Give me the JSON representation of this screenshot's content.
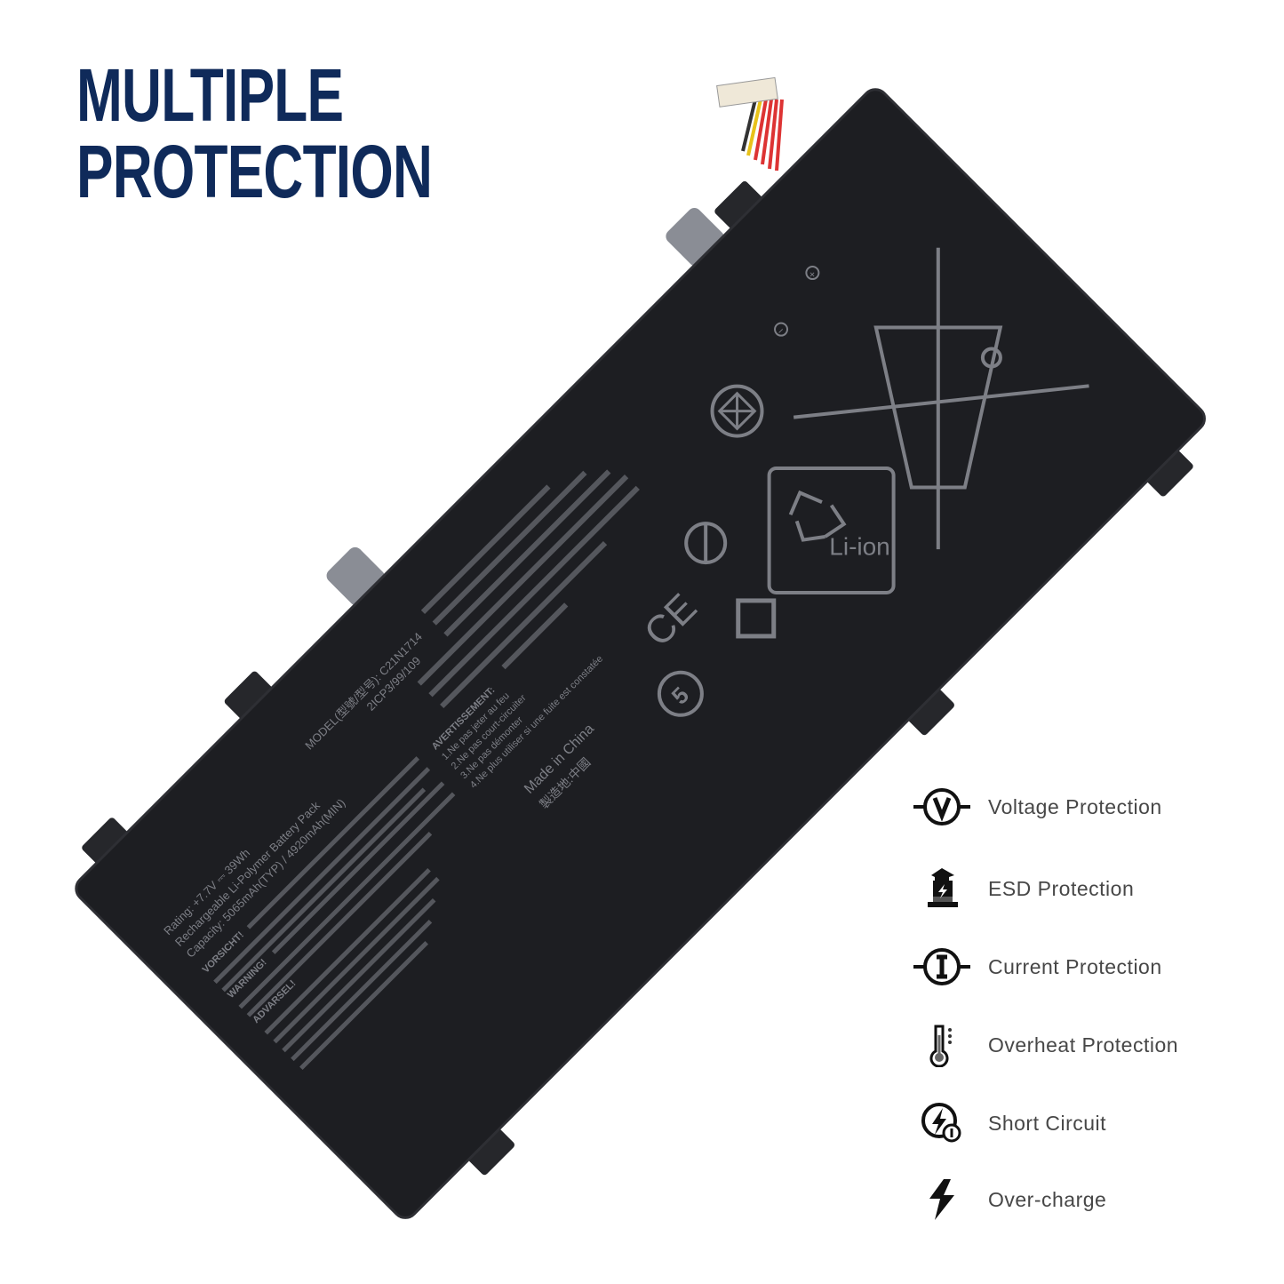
{
  "headline": {
    "line1": "MULTIPLE",
    "line2": "PROTECTION"
  },
  "battery_label": {
    "rating": "Rating: +7.7V ⎓ 39Wh",
    "type": "Rechargeable Li-Polymer Battery Pack",
    "capacity": "Capacity: 5065mAh(TYP) / 4920mAh(MIN)",
    "model": "MODEL(型號/型号): C21N1714",
    "cell": "2ICP3/99/109",
    "made_in": "Made in China",
    "made_in_cn": "製造地:中國",
    "warning_de": "VORSICHT!",
    "warning_en": "WARNING!",
    "warning_dk": "ADVARSEL!",
    "warning_fr": "AVERTISSEMENT:",
    "fr_lines": [
      "1.Ne pas jeter au feu",
      "2.Ne pas court-circuiter",
      "3.Ne pas démonter",
      "4.Ne plus utiliser si une fuite est constatée"
    ],
    "li_ion": "Li-ion",
    "ce_mark": "CE",
    "recycle_number": "5",
    "terminal_minus": "−",
    "terminal_plus": "+"
  },
  "features": [
    {
      "icon": "voltage-icon",
      "label": "Voltage Protection"
    },
    {
      "icon": "esd-icon",
      "label": "ESD Protection"
    },
    {
      "icon": "current-icon",
      "label": "Current Protection"
    },
    {
      "icon": "thermometer-icon",
      "label": "Overheat Protection"
    },
    {
      "icon": "short-circuit-icon",
      "label": "Short Circuit"
    },
    {
      "icon": "lightning-icon",
      "label": "Over-charge"
    }
  ],
  "colors": {
    "headline": "#0f2a5a",
    "battery": "#1d1e22",
    "label_text": "#7d7f86",
    "feature_text": "#474747"
  }
}
